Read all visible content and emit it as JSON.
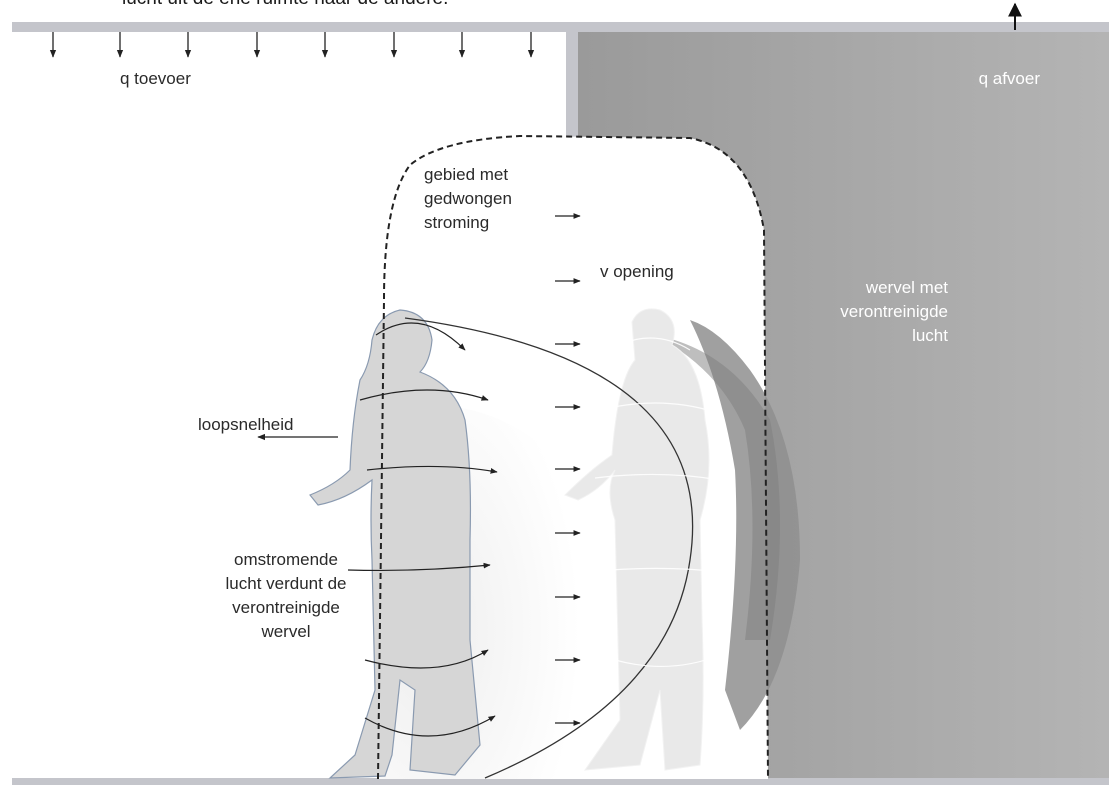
{
  "caption_top": "lucht uit de ene ruimte naar de andere.",
  "labels": {
    "q_supply": "q toevoer",
    "q_exhaust": "q afvoer",
    "forced_flow": [
      "gebied met",
      "gedwongen",
      "stroming"
    ],
    "v_opening": "v opening",
    "contaminated_vortex": [
      "wervel met",
      "verontreinigde",
      "lucht"
    ],
    "walking_speed": "loopsnelheid",
    "surrounding_air": [
      "omstromende",
      "lucht verdunt de",
      "verontreinigde",
      "wervel"
    ]
  },
  "colors": {
    "ceiling": "#c4c5cb",
    "contaminated_room": "#a9a9a9",
    "person_front": "#d6d6d6",
    "person_ghost": "#e9e9e9",
    "vortex_shadow": "#8f8f8f",
    "ink": "#222222"
  }
}
